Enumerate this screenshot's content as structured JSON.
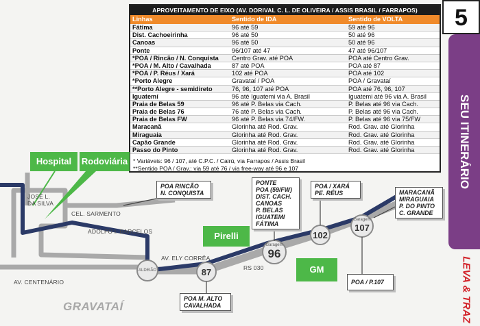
{
  "table": {
    "title": "APROVEITAMENTO DE EIXO (AV. DORIVAL C. L. DE OLIVEIRA / ASSIS BRASIL / FARRAPOS)",
    "headers": [
      "Linhas",
      "Sentido de IDA",
      "Sentido de VOLTA"
    ],
    "rows": [
      [
        "Fátima",
        "96 até 59",
        "59 até 96"
      ],
      [
        "Dist. Cachoeirinha",
        "96 até 50",
        "50 até 96"
      ],
      [
        "Canoas",
        "96 até 50",
        "50 até 96"
      ],
      [
        "Ponte",
        "96/107 até 47",
        "47 até 96/107"
      ],
      [
        "*POA / Rincão / N. Conquista",
        "Centro Grav. até POA",
        "POA até Centro Grav."
      ],
      [
        "*POA / M. Alto / Cavalhada",
        "87 até POA",
        "POA até 87"
      ],
      [
        "*POA / P. Réus / Xará",
        "102 até POA",
        "POA até 102"
      ],
      [
        "*Porto Alegre",
        "Gravataí / POA",
        "POA / Gravataí"
      ],
      [
        "**Porto Alegre - semidireto",
        "76, 96, 107 até POA",
        "POA até 76, 96, 107"
      ],
      [
        "Iguatemí",
        "96 até Iguatemi via A. Brasil",
        "Iguatemi até 96 via A. Brasil"
      ],
      [
        "Praia de Belas 59",
        "96 até P. Belas via Cach.",
        "P. Belas até 96 via Cach."
      ],
      [
        "Praia de Belas 76",
        "76 até P. Belas via Cach.",
        "P. Belas até 96 via Cach."
      ],
      [
        "Praia de Belas FW",
        "96 até P. Belas via 74/FW.",
        "P. Belas até 96 via 75/FW"
      ],
      [
        "Maracanã",
        "Glorinha até Rod. Grav.",
        "Rod. Grav. até Glorinha"
      ],
      [
        "Miraguaia",
        "Glorinha até Rod. Grav.",
        "Rod. Grav. até Glorinha"
      ],
      [
        "Capão Grande",
        "Glorinha até Rod. Grav.",
        "Rod. Grav. até Glorinha"
      ],
      [
        "Passo do Pinto",
        "Glorinha até Rod. Grav.",
        "Rod. Grav. até Glorinha"
      ]
    ],
    "notes": [
      "* Variáveis: 96 / 107, até C.P.C. / Cairú, via Farrapos / Assis Brasil",
      "**Sentido POA / Grav.: via 59 até 76 / via free-way até 96 e 107"
    ]
  },
  "side_panel": {
    "page_number": "5",
    "section_title": "SEU ITINERÁRIO",
    "brand": "LEVA & TRAZ",
    "colors": {
      "tab": "#7b3e86",
      "brand": "#d2232a"
    }
  },
  "map": {
    "colors": {
      "route": "#2b3a67",
      "roads": "#a9a9a9",
      "landmark": "#4db848",
      "header": "#f08a2a"
    },
    "landmarks": {
      "hospital": "Hospital",
      "rodoviaria": "Rodoviária",
      "pirelli": "Pirelli",
      "gm": "GM"
    },
    "streets": {
      "jose_l_da_silva": [
        "JOSÉ L.",
        "DA SILVA"
      ],
      "cel_sarmento": "CEL. SARMENTO",
      "adolfo_barcelos": "ADOLFO I. BARCELOS",
      "ely_correa": "AV. ELY CORRÊA",
      "rs030": "RS 030",
      "centenario": "AV. CENTENÁRIO"
    },
    "city": "GRAVATAÍ",
    "stops": {
      "aldeiao": "ALDEIÃO",
      "s87": "87",
      "s96": "96",
      "s96_label": "Garagem",
      "s102": "102",
      "s107": "107",
      "s107_label": "Garagem"
    },
    "callouts": {
      "rincao": [
        "POA RINCÃO",
        "N. CONQUISTA"
      ],
      "ponte": [
        "PONTE",
        "POA (59/FW)",
        "DIST. CACH.",
        "CANOAS",
        "P. BELAS",
        "IGUATEMI",
        "FÁTIMA"
      ],
      "xara": [
        "POA / XARÁ",
        "PE. RÉUS"
      ],
      "maracana": [
        "MARACANÃ",
        "MIRAGUAIA",
        "P. DO PINTO",
        "C. GRANDE"
      ],
      "malto": [
        "POA M. ALTO",
        "CAVALHADA"
      ],
      "p107": [
        "POA / P.107"
      ]
    }
  }
}
